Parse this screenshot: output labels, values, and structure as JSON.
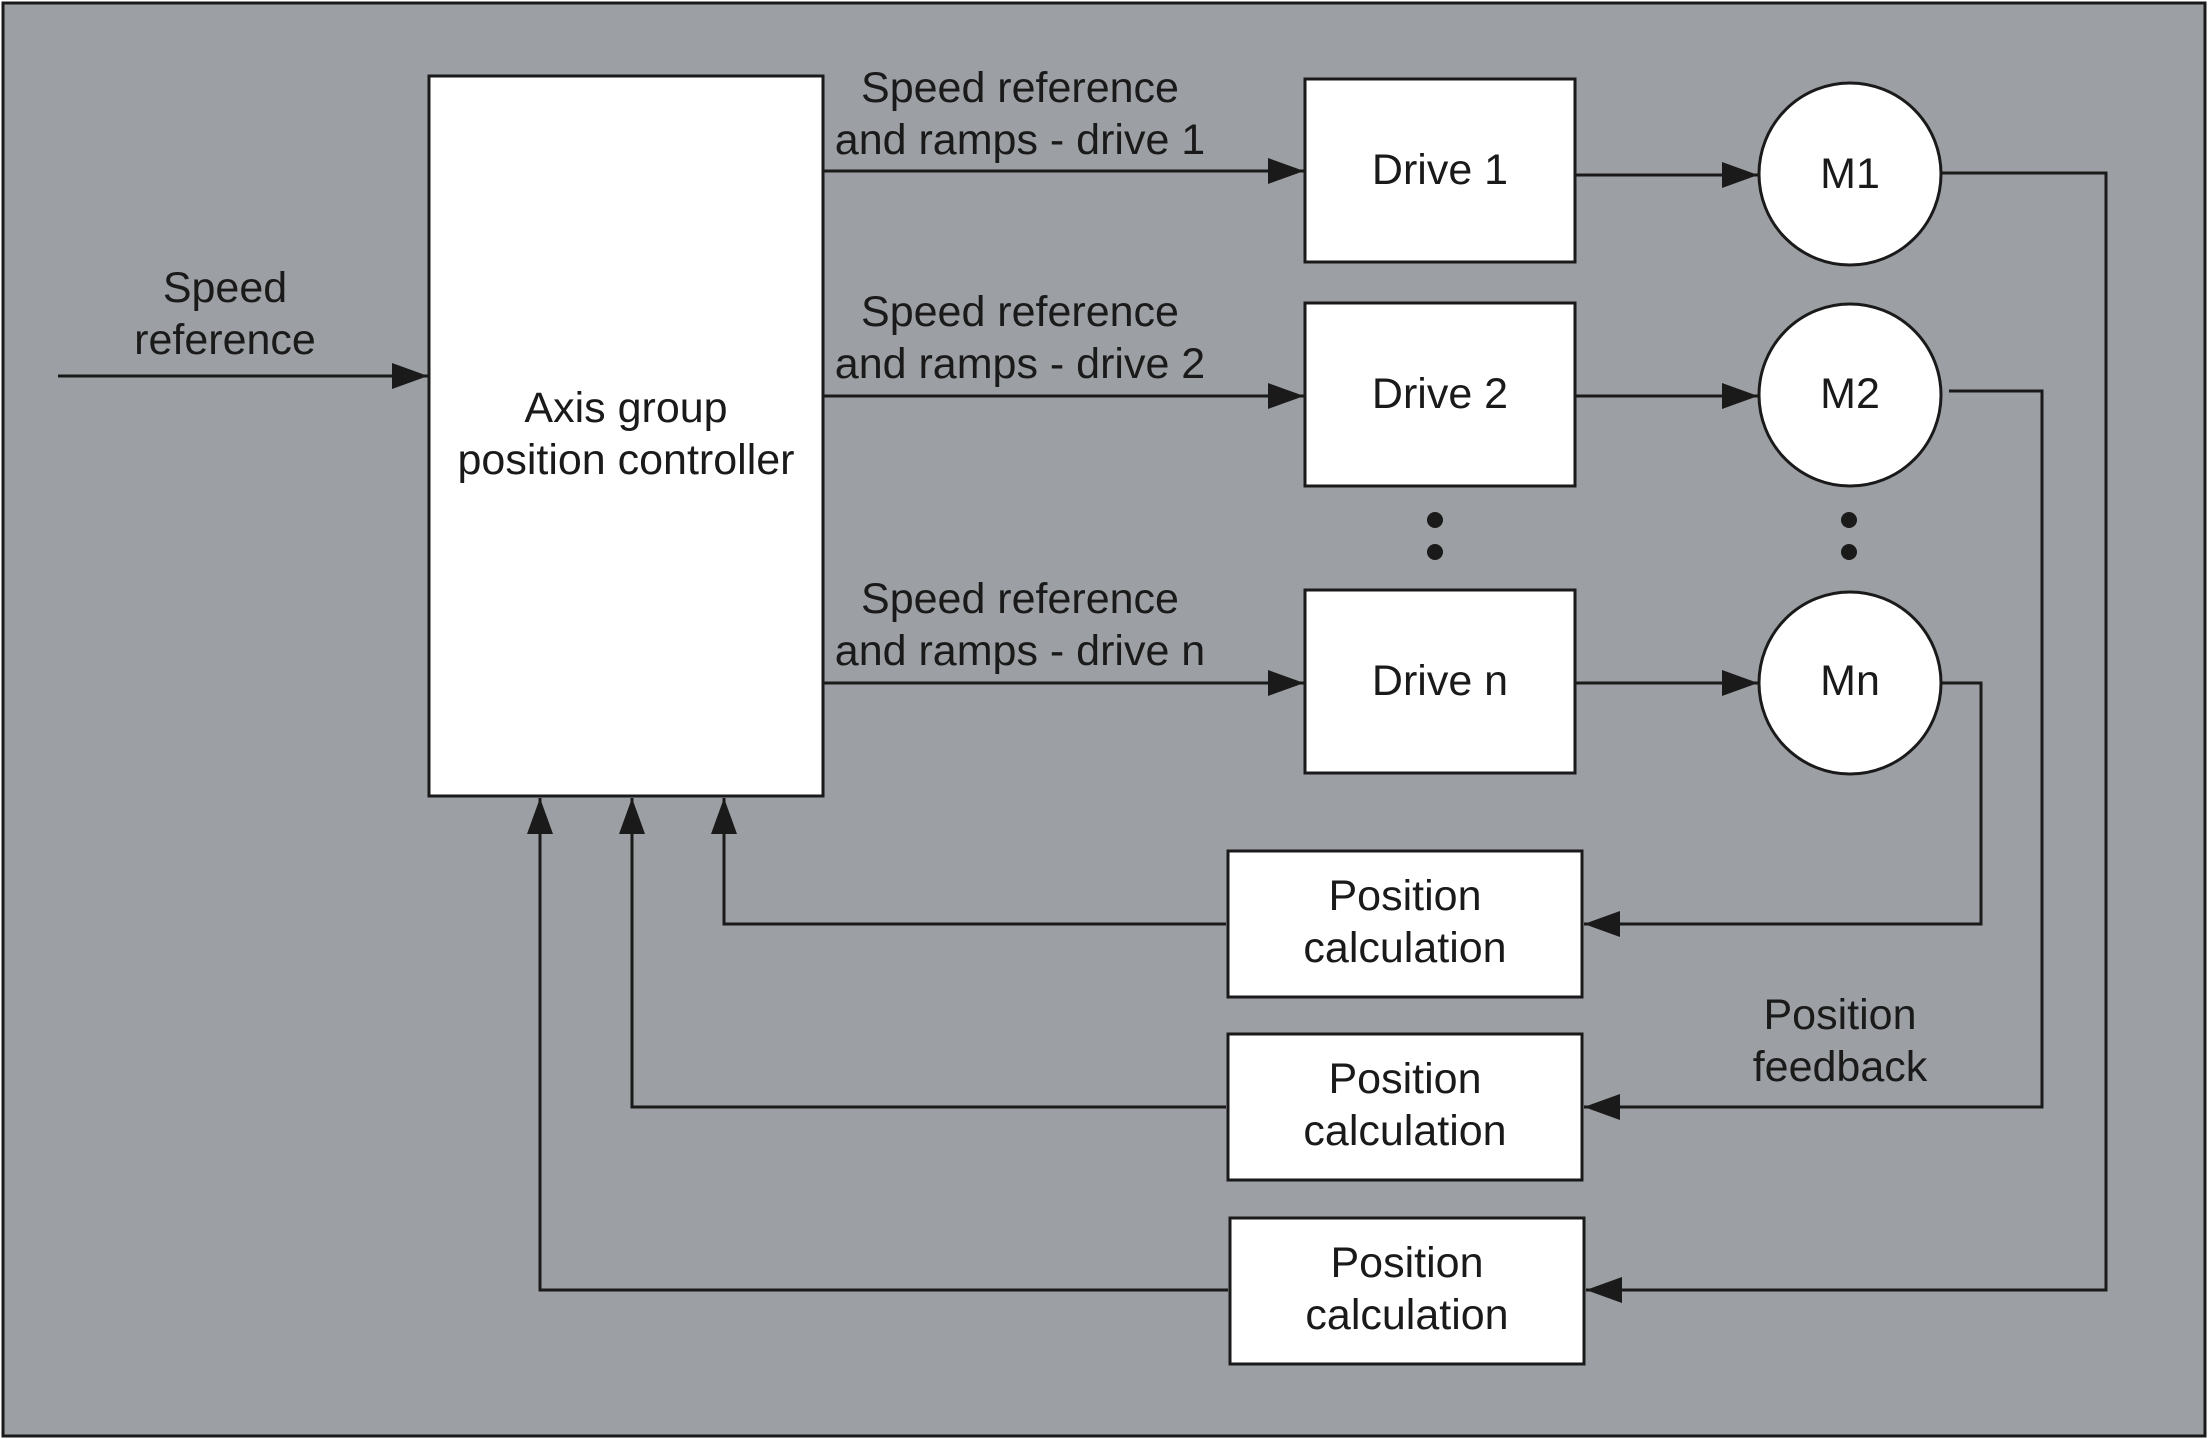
{
  "colors": {
    "background": "#9c9fa3",
    "block_fill": "#ffffff",
    "line": "#1a1a1a"
  },
  "input": {
    "label": "Speed\nreference"
  },
  "controller": {
    "label": "Axis group\nposition controller"
  },
  "signals": [
    {
      "label": "Speed reference\nand ramps - drive 1"
    },
    {
      "label": "Speed reference\nand ramps - drive 2"
    },
    {
      "label": "Speed reference\nand ramps - drive n"
    }
  ],
  "drives": [
    {
      "label": "Drive 1"
    },
    {
      "label": "Drive 2"
    },
    {
      "label": "Drive n"
    }
  ],
  "motors": [
    {
      "label": "M1"
    },
    {
      "label": "M2"
    },
    {
      "label": "Mn"
    }
  ],
  "position_calcs": [
    {
      "label": "Position\ncalculation"
    },
    {
      "label": "Position\ncalculation"
    },
    {
      "label": "Position\ncalculation"
    }
  ],
  "feedback": {
    "label": "Position\nfeedback"
  }
}
